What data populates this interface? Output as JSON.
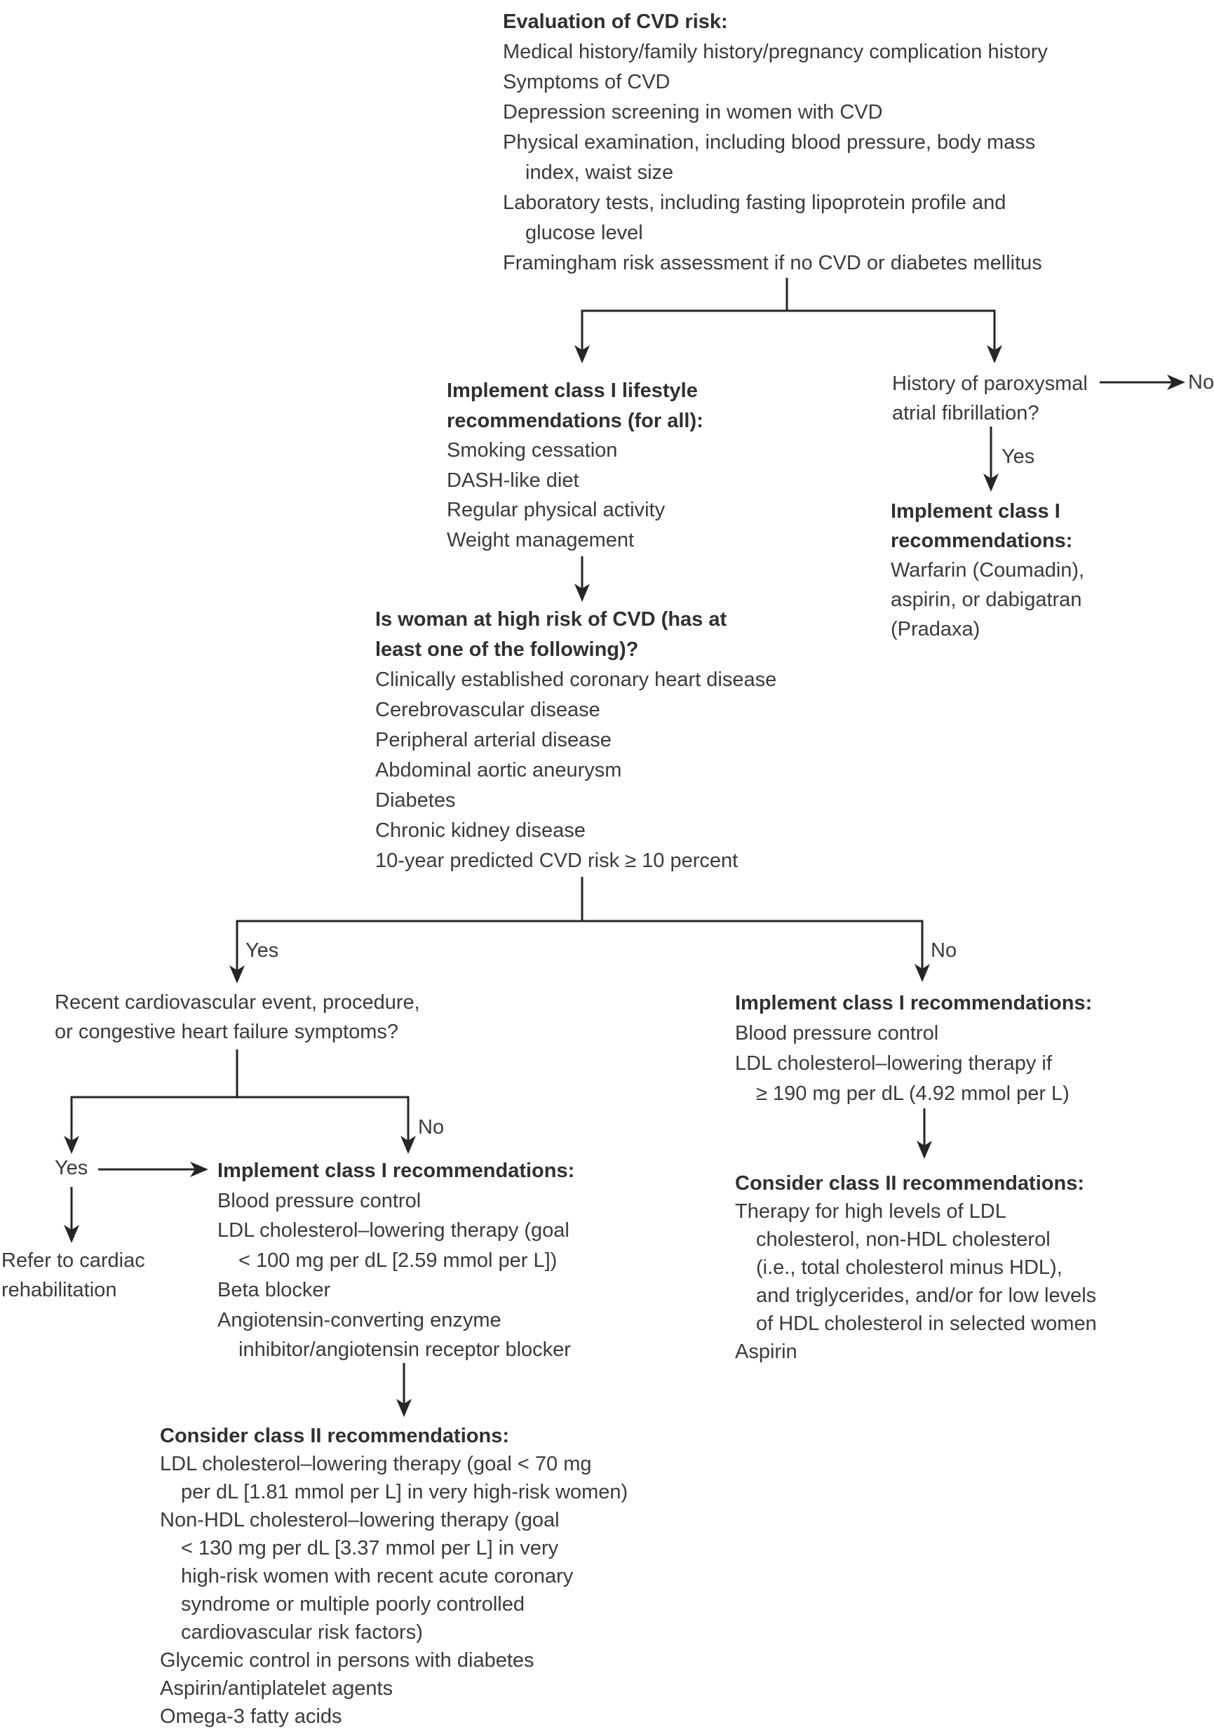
{
  "labels": {
    "yes": "Yes",
    "no": "No"
  },
  "evaluation": {
    "title": "Evaluation of CVD risk:",
    "lines": [
      "Medical history/family history/pregnancy complication history",
      "Symptoms of CVD",
      "Depression screening in women with CVD",
      "Physical examination, including blood pressure, body mass",
      "index, waist size",
      "Laboratory tests, including fasting lipoprotein profile and",
      "glucose level",
      "Framingham risk assessment if no CVD or diabetes mellitus"
    ]
  },
  "lifestyle": {
    "title_lines": [
      "Implement class I lifestyle",
      "recommendations (for all):"
    ],
    "lines": [
      "Smoking cessation",
      "DASH-like diet",
      "Regular physical activity",
      "Weight management"
    ]
  },
  "afib": {
    "question_lines": [
      "History of paroxysmal",
      "atrial fibrillation?"
    ]
  },
  "afib_class1": {
    "title_lines": [
      "Implement class I",
      "recommendations:"
    ],
    "lines": [
      "Warfarin (Coumadin),",
      "aspirin, or dabigatran",
      "(Pradaxa)"
    ]
  },
  "high_risk": {
    "title_lines": [
      "Is woman at high risk of CVD (has at",
      "least one of the following)?"
    ],
    "lines": [
      "Clinically established coronary heart disease",
      "Cerebrovascular disease",
      "Peripheral arterial disease",
      "Abdominal aortic aneurysm",
      "Diabetes",
      "Chronic kidney disease",
      "10-year predicted CVD risk ≥ 10 percent"
    ]
  },
  "event_question": {
    "lines": [
      "Recent cardiovascular event, procedure,",
      "or congestive heart failure symptoms?"
    ]
  },
  "rehab": {
    "lines": [
      "Refer to cardiac",
      "rehabilitation"
    ]
  },
  "event_class1": {
    "title": "Implement class I recommendations:",
    "lines": [
      "Blood pressure control",
      "LDL cholesterol–lowering therapy (goal",
      "< 100 mg per dL [2.59 mmol per L])",
      "Beta blocker",
      "Angiotensin-converting enzyme",
      "inhibitor/angiotensin receptor blocker"
    ]
  },
  "event_class2": {
    "title": "Consider class II recommendations:",
    "lines": [
      "LDL cholesterol–lowering therapy (goal < 70 mg",
      "per dL [1.81 mmol per L] in very high-risk women)",
      "Non-HDL cholesterol–lowering therapy (goal",
      "< 130 mg per dL [3.37 mmol per L] in very",
      "high-risk women with recent acute coronary",
      "syndrome or multiple poorly controlled",
      "cardiovascular risk factors)",
      "Glycemic control in persons with diabetes",
      "Aspirin/antiplatelet agents",
      "Omega-3 fatty acids"
    ]
  },
  "norisk_class1": {
    "title": "Implement class I recommendations:",
    "lines": [
      "Blood pressure control",
      "LDL cholesterol–lowering therapy if",
      "≥ 190 mg per dL (4.92 mmol per L)"
    ]
  },
  "norisk_class2": {
    "title": "Consider class II recommendations:",
    "lines": [
      "Therapy for high levels of LDL",
      "cholesterol, non-HDL cholesterol",
      "(i.e., total cholesterol minus HDL),",
      "and triglycerides, and/or for low levels",
      "of HDL cholesterol in selected women",
      "Aspirin"
    ]
  }
}
